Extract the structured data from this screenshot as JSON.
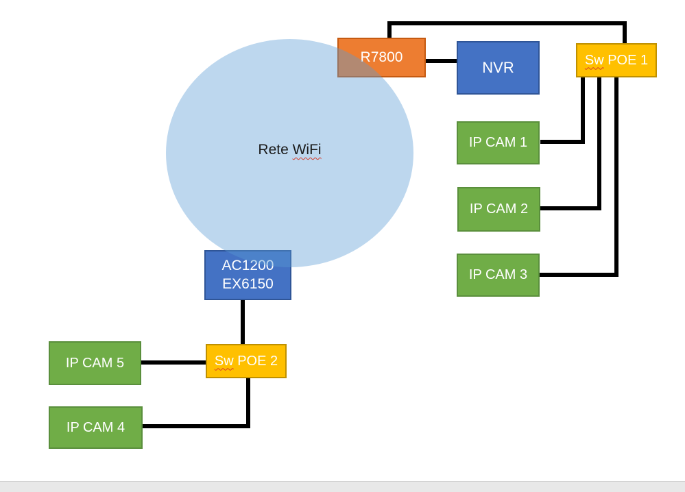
{
  "diagram": {
    "wifi": {
      "label_plain": "Rete ",
      "label_spellchecked": "WiFi"
    },
    "nodes": {
      "r7800": {
        "label": "R7800"
      },
      "nvr": {
        "label": "NVR"
      },
      "sw_poe_1": {
        "label_spellchecked": "Sw",
        "label_rest": " POE 1"
      },
      "ip_cam_1": {
        "label": "IP CAM 1"
      },
      "ip_cam_2": {
        "label": "IP CAM 2"
      },
      "ip_cam_3": {
        "label": "IP CAM 3"
      },
      "ac1200": {
        "label_line1": "AC1200",
        "label_line2": "EX6150"
      },
      "sw_poe_2": {
        "label_spellchecked": "Sw",
        "label_rest": " POE 2"
      },
      "ip_cam_5": {
        "label": "IP CAM 5"
      },
      "ip_cam_4": {
        "label": "IP CAM 4"
      }
    },
    "colors": {
      "orange_fill": "#ED7D31",
      "orange_border": "#C55A11",
      "blue_fill": "#4472C4",
      "blue_border": "#2F5597",
      "green_fill": "#70AD47",
      "green_border": "#5A8F3C",
      "yellow_fill": "#FFC000",
      "yellow_border": "#BF9000",
      "connector": "#000000",
      "spellcheck_underline": "#D73A27",
      "wifi_circle_fill": "#5B9BD5"
    },
    "connections": [
      "R7800 — NVR",
      "R7800 — Sw POE 1",
      "Sw POE 1 — IP CAM 1",
      "Sw POE 1 — IP CAM 2",
      "Sw POE 1 — IP CAM 3",
      "AC1200 EX6150 — Sw POE 2",
      "Sw POE 2 — IP CAM 5",
      "Sw POE 2 — IP CAM 4"
    ]
  }
}
